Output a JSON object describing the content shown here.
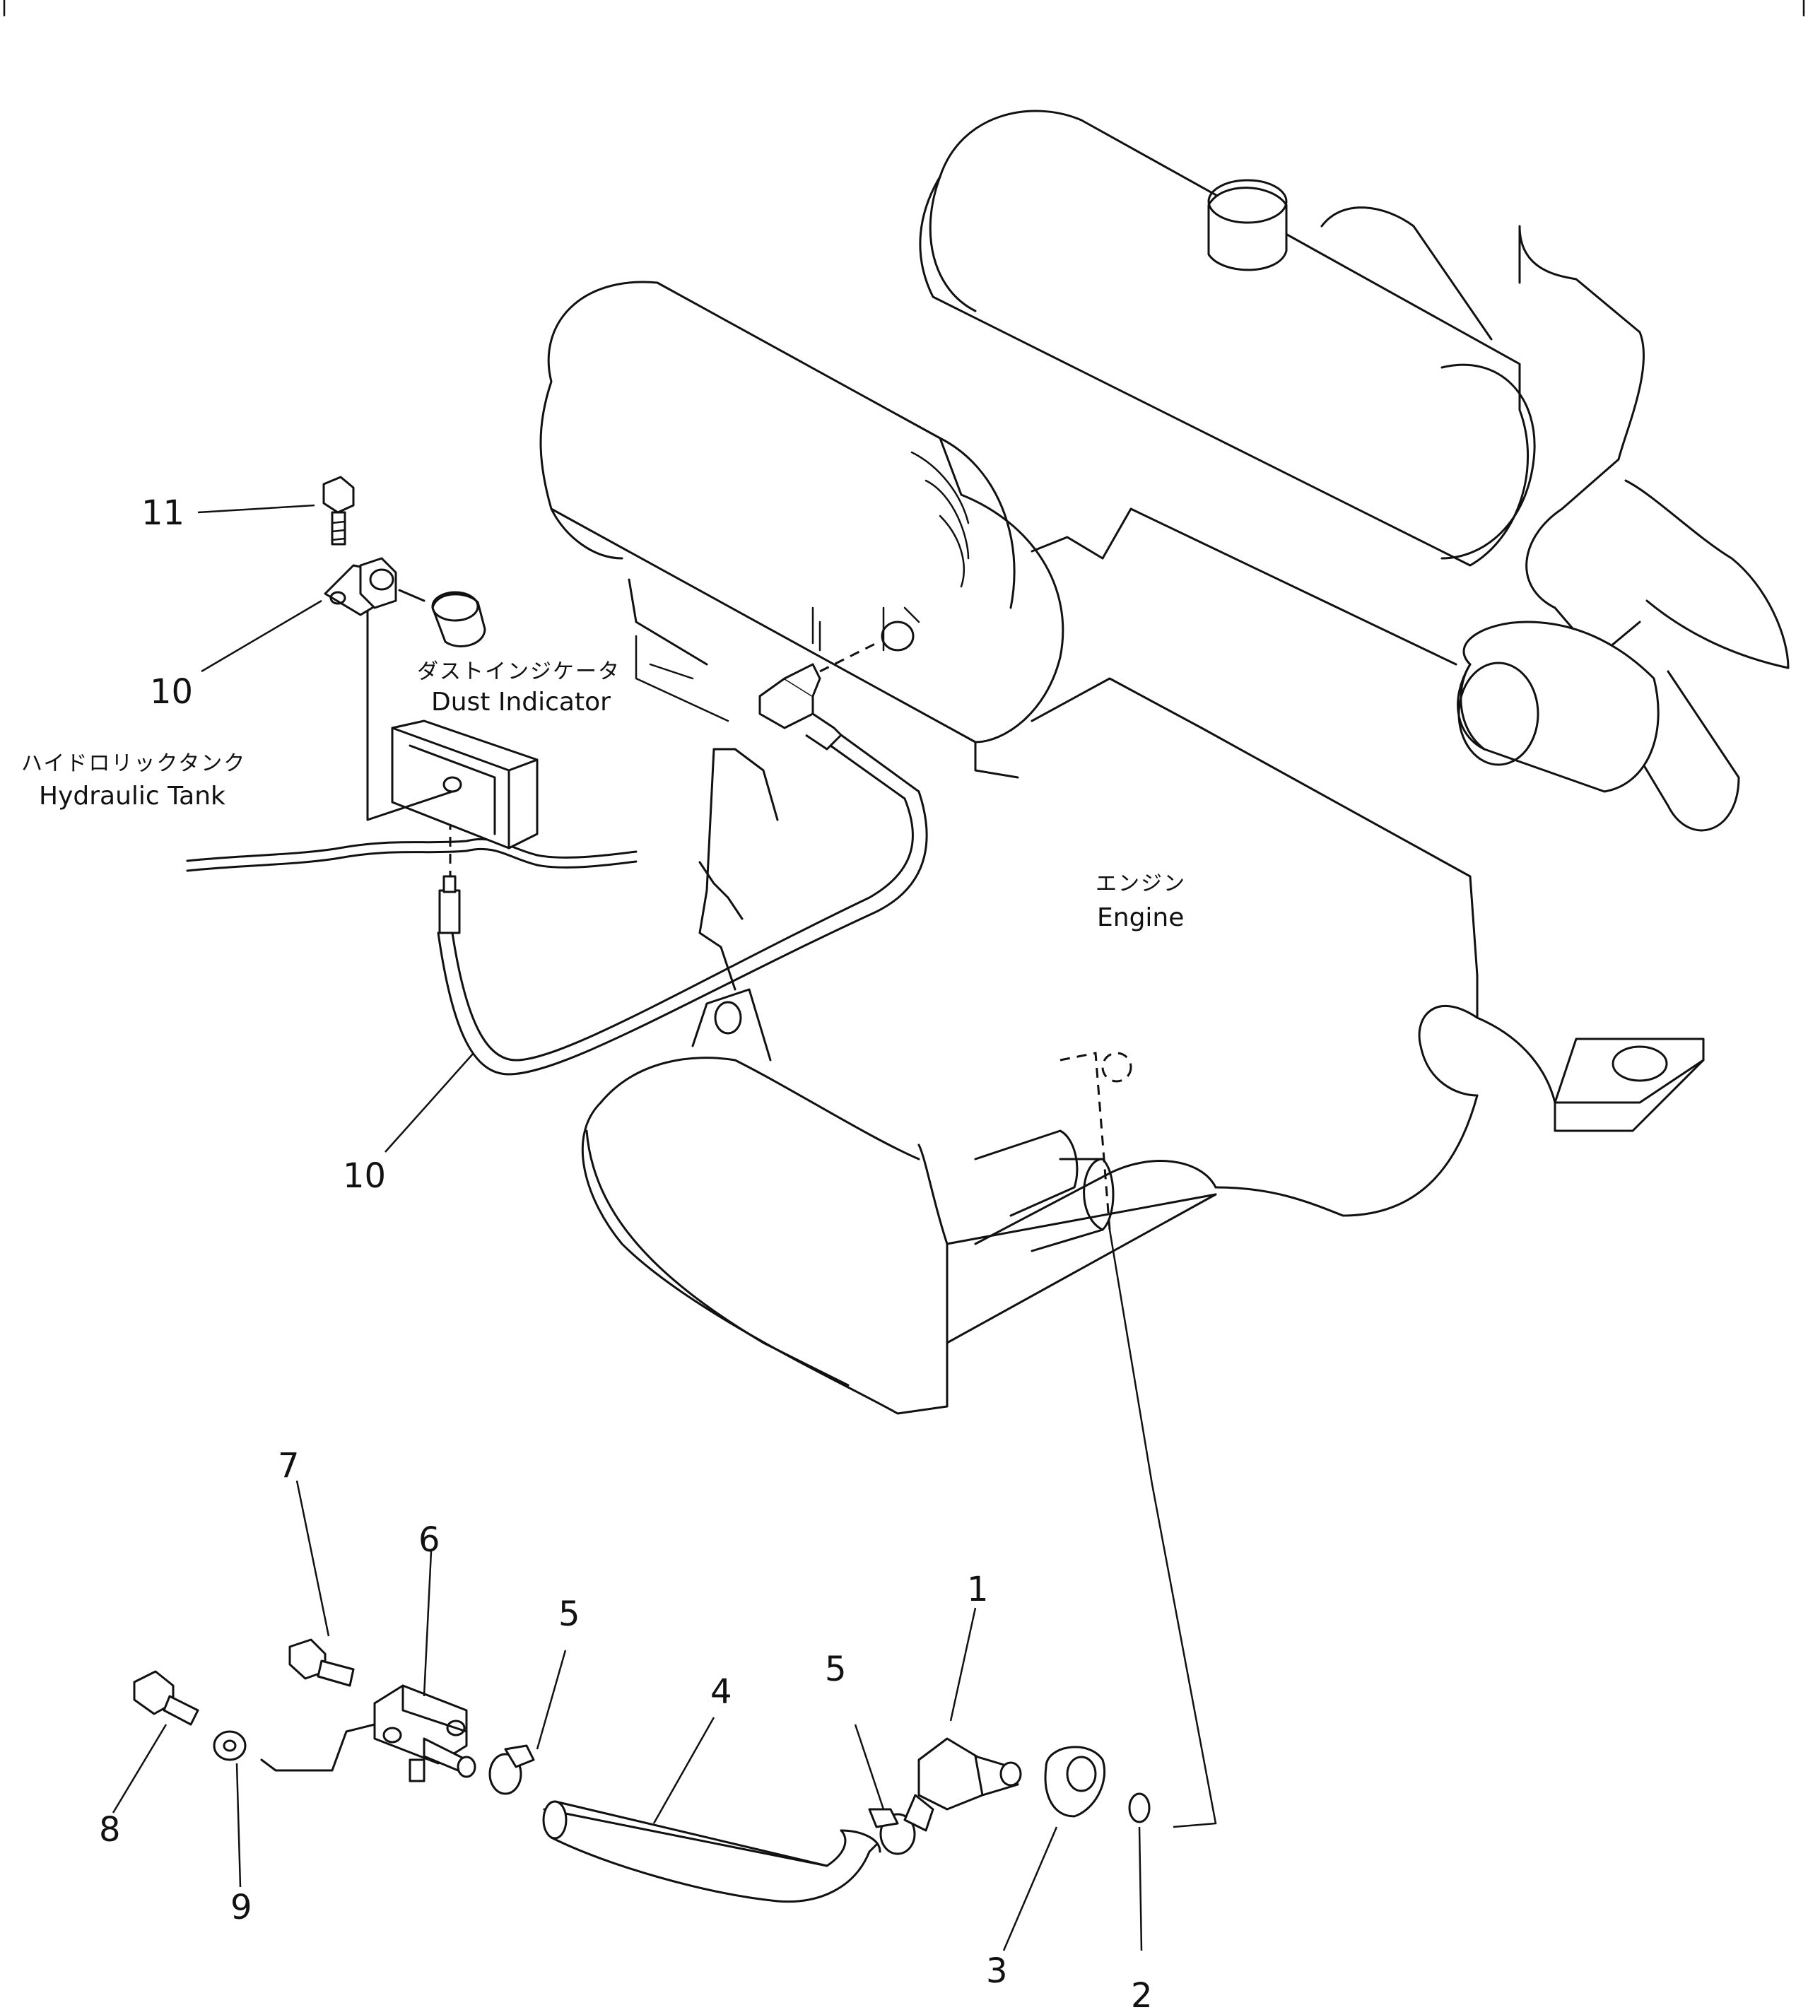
{
  "labels": {
    "dust_indicator_jp": "ダストインジケータ",
    "dust_indicator_en": "Dust Indicator",
    "hydraulic_tank_jp": "ハイドロリックタンク",
    "hydraulic_tank_en": "Hydraulic Tank",
    "engine_jp": "エンジン",
    "engine_en": "Engine"
  },
  "callouts": {
    "c1": "1",
    "c2": "2",
    "c3": "3",
    "c4": "4",
    "c5a": "5",
    "c5b": "5",
    "c6": "6",
    "c7": "7",
    "c8": "8",
    "c9": "9",
    "c10a": "10",
    "c10b": "10",
    "c11": "11"
  }
}
